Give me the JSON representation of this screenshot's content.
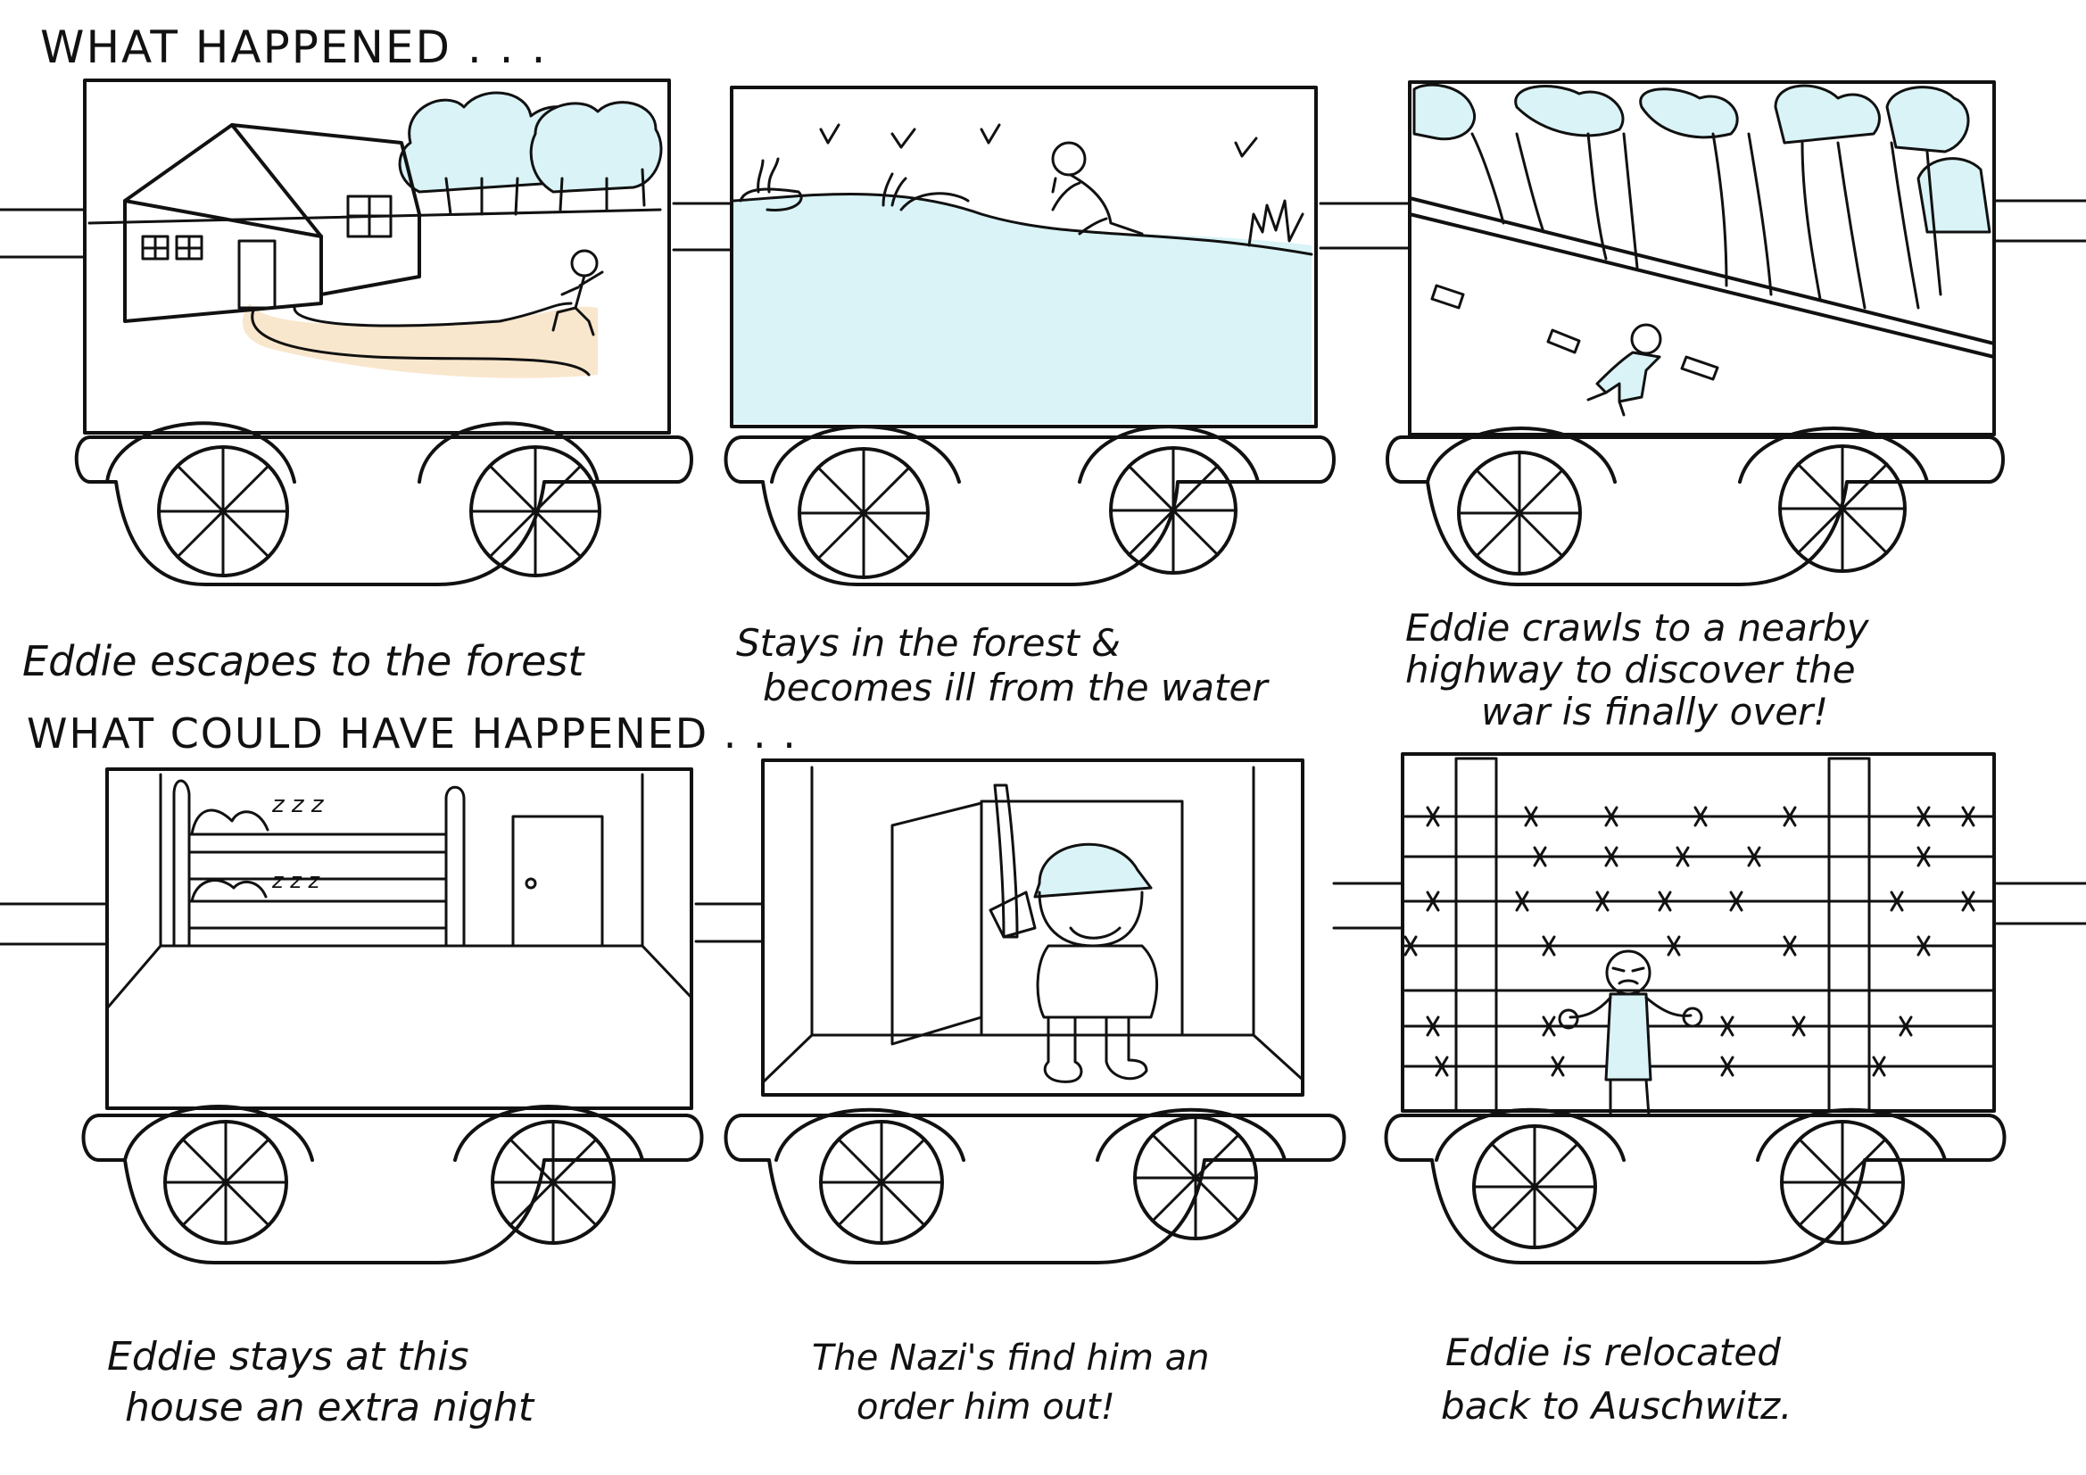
{
  "headings": {
    "top": "WHAT HAPPENED . . .",
    "bottom": "WHAT COULD HAVE HAPPENED . . ."
  },
  "captions": {
    "c1": [
      "Eddie escapes to the forest"
    ],
    "c2": [
      "Stays in the forest &",
      "becomes ill from the water"
    ],
    "c3": [
      "Eddie crawls to a nearby",
      "highway to discover the",
      "war is finally over!"
    ],
    "c4": [
      "Eddie stays at this",
      "house an extra night"
    ],
    "c5": [
      "The Nazi's find him an",
      "order him out!"
    ],
    "c6": [
      "Eddie is relocated",
      "back to Auschwitz."
    ]
  },
  "sleep_marks": [
    "z z z",
    "z z z"
  ],
  "colors": {
    "ink": "#111111",
    "water": "#d9f3f7",
    "path": "#f6ddb8",
    "uniform": "#e8c6ec"
  },
  "icons": [
    "house-icon",
    "trees-icon",
    "stick-figure-icon",
    "soldier-icon",
    "barbed-wire-icon",
    "train-wheel-icon"
  ]
}
